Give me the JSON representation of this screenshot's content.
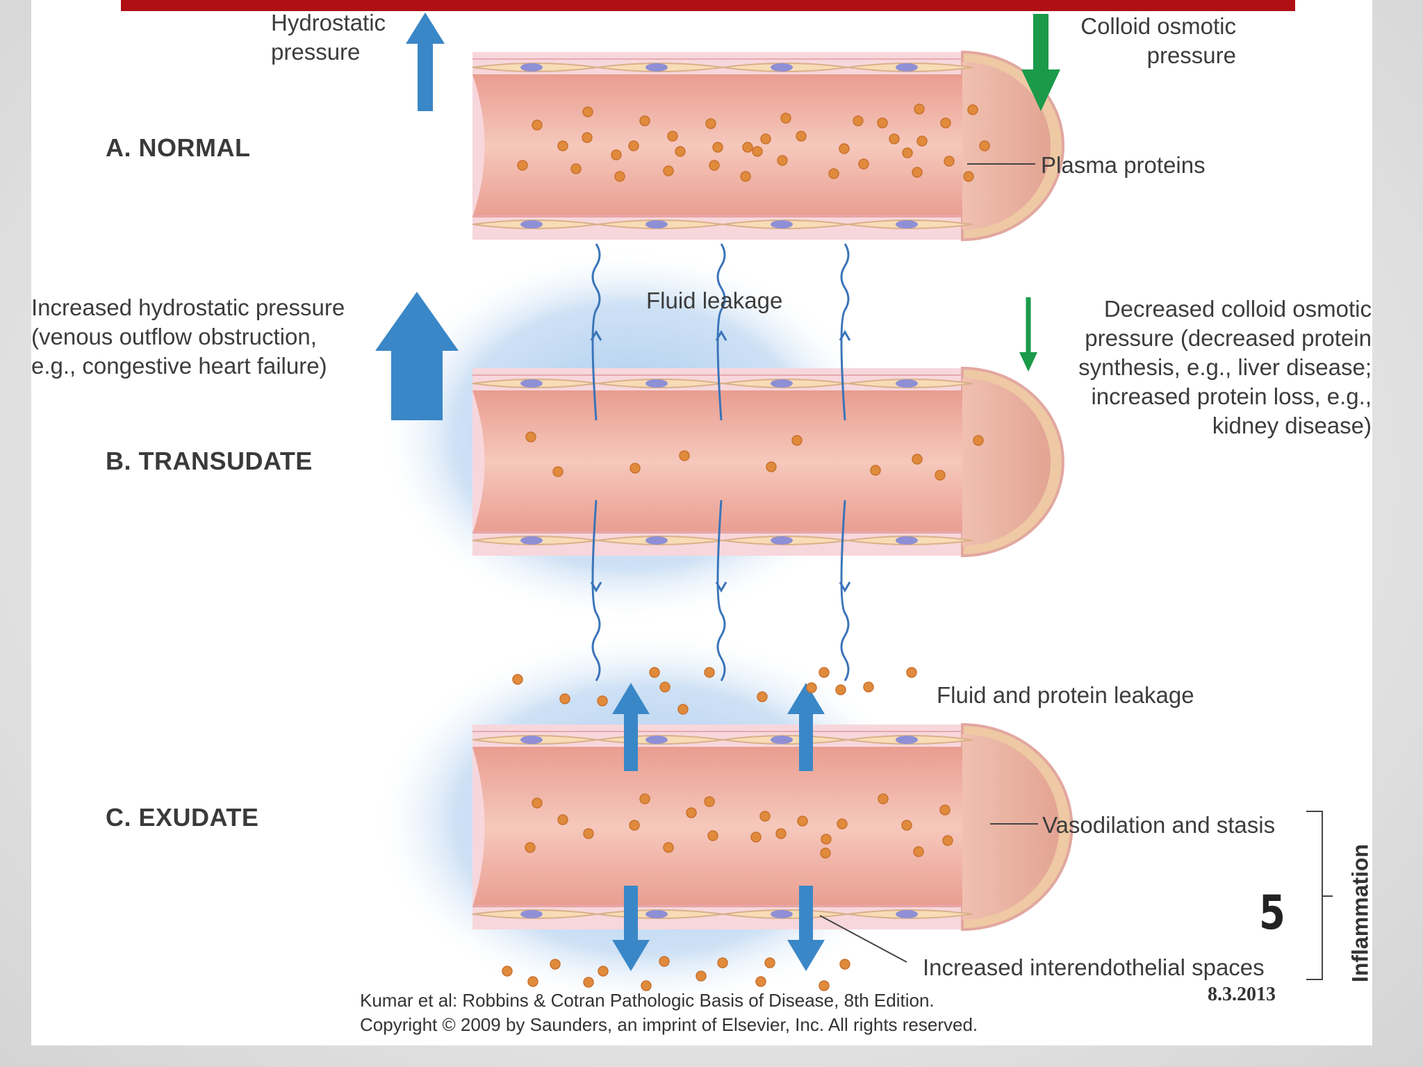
{
  "normal": {
    "title": "A. NORMAL",
    "hydrostatic_label": [
      "Hydrostatic",
      "pressure"
    ],
    "colloid_label": [
      "Colloid osmotic",
      "pressure"
    ],
    "plasma_proteins_label": "Plasma proteins"
  },
  "transudate": {
    "title": "B. TRANSUDATE",
    "fluid_leakage_label": "Fluid leakage",
    "increased_hydrostatic_label": [
      "Increased hydrostatic pressure",
      "(venous outflow obstruction,",
      "e.g., congestive heart failure)"
    ],
    "decreased_colloid_label": [
      "Decreased colloid osmotic",
      "pressure (decreased protein",
      "synthesis, e.g., liver disease;",
      "increased protein loss, e.g.,",
      "kidney disease)"
    ]
  },
  "exudate": {
    "title": "C. EXUDATE",
    "fluid_protein_label": "Fluid and protein leakage",
    "vasodilation_label": "Vasodilation and stasis",
    "interendothelial_label": "Increased interendothelial spaces",
    "inflammation_label": "Inflammation"
  },
  "caption": [
    "Kumar et al: Robbins & Cotran Pathologic Basis of Disease, 8th Edition.",
    "Copyright © 2009 by Saunders, an imprint of Elsevier, Inc. All rights reserved."
  ],
  "slide_number": "5",
  "date": "8.3.2013",
  "colors": {
    "accent_bar": "#b00f14",
    "hydrostatic_arrow": "#3a87c7",
    "colloid_arrow": "#1b9a4a",
    "protein_dot": "#e08a3c",
    "vessel_lumen": "#eeaea0",
    "fluid_halo": "#9fc3ea"
  }
}
